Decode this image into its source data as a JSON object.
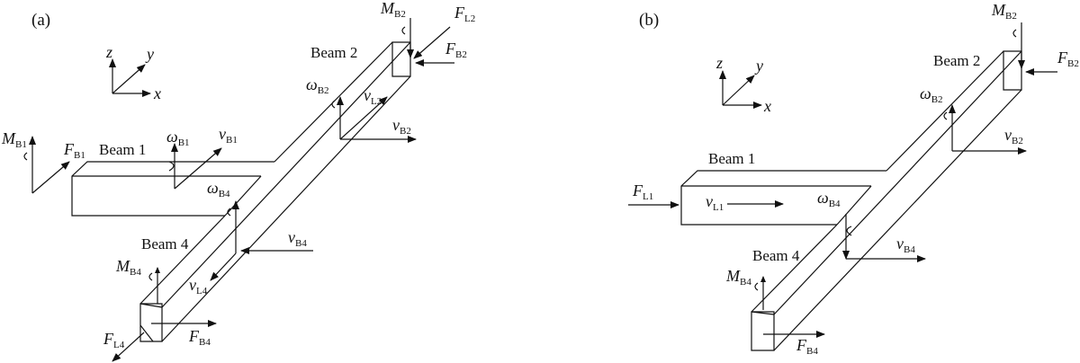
{
  "panels": [
    {
      "tag": "(a)",
      "axes": {
        "x": "x",
        "y": "y",
        "z": "z"
      },
      "beam_labels": [
        "Beam 1",
        "Beam 2",
        "Beam 4"
      ],
      "symbols": [
        {
          "base": "M",
          "sub": "B2"
        },
        {
          "base": "F",
          "sub": "L2"
        },
        {
          "base": "F",
          "sub": "B2"
        },
        {
          "base": "ω",
          "sub": "B2"
        },
        {
          "base": "v",
          "sub": "L2"
        },
        {
          "base": "v",
          "sub": "B2"
        },
        {
          "base": "M",
          "sub": "B1"
        },
        {
          "base": "F",
          "sub": "B1"
        },
        {
          "base": "ω",
          "sub": "B1"
        },
        {
          "base": "v",
          "sub": "B1"
        },
        {
          "base": "ω",
          "sub": "B4"
        },
        {
          "base": "v",
          "sub": "B4"
        },
        {
          "base": "M",
          "sub": "B4"
        },
        {
          "base": "v",
          "sub": "L4"
        },
        {
          "base": "F",
          "sub": "L4"
        },
        {
          "base": "F",
          "sub": "B4"
        }
      ]
    },
    {
      "tag": "(b)",
      "axes": {
        "x": "x",
        "y": "y",
        "z": "z"
      },
      "beam_labels": [
        "Beam 1",
        "Beam 2",
        "Beam 4"
      ],
      "symbols": [
        {
          "base": "M",
          "sub": "B2"
        },
        {
          "base": "F",
          "sub": "B2"
        },
        {
          "base": "ω",
          "sub": "B2"
        },
        {
          "base": "v",
          "sub": "B2"
        },
        {
          "base": "F",
          "sub": "L1"
        },
        {
          "base": "v",
          "sub": "L1"
        },
        {
          "base": "ω",
          "sub": "B4"
        },
        {
          "base": "v",
          "sub": "B4"
        },
        {
          "base": "M",
          "sub": "B4"
        },
        {
          "base": "F",
          "sub": "B4"
        }
      ]
    }
  ]
}
